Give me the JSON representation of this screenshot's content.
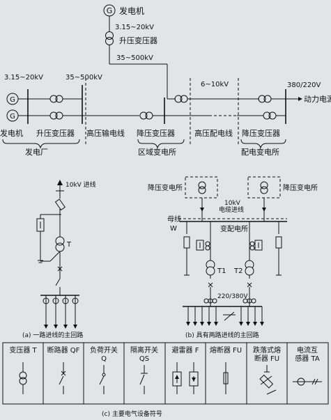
{
  "top": {
    "gen_symbol": "G",
    "gen_label": "发电机",
    "v_gen": "3.15~20kV",
    "step_up_label": "升压变压器",
    "v_hv": "35~500kV",
    "left_v_gen": "3.15~20kV",
    "left_v_hv": "35~500kV",
    "dist_v": "6~10kV",
    "load_v": "380/220V",
    "power_load": "动力电源",
    "gen_symbol_1": "G",
    "gen_symbol_2": "G",
    "bottom_labels": [
      "发电机",
      "升压变压器",
      "高压输电线",
      "降压变压器",
      "高压配电线",
      "降压变压器"
    ],
    "group_labels": [
      "发电厂",
      "区域变电所",
      "配电变电所"
    ]
  },
  "a": {
    "incoming": "10kV 进线",
    "t_label": "T",
    "caption": "(a)  一路进线的主回路"
  },
  "b": {
    "sub_left": "降压变电所",
    "sub_right": "降压变电所",
    "cable_in_1": "10kV",
    "cable_in_2": "电缆进线",
    "bus_1": "母线",
    "bus_2": "W",
    "station": "变配电所",
    "t1": "T1",
    "t2": "T2",
    "lv": "220/380V",
    "caption": "(b)  具有两路进线的主回路"
  },
  "c": {
    "caption": "(c)  主要电气设备符号",
    "cells": [
      {
        "name_1": "变压器 T",
        "name_2": ""
      },
      {
        "name_1": "断路器 QF",
        "name_2": ""
      },
      {
        "name_1": "负荷开关",
        "name_2": "Q"
      },
      {
        "name_1": "隔离开关",
        "name_2": "QS"
      },
      {
        "name_1": "避雷器 F",
        "name_2": ""
      },
      {
        "name_1": "熔断器 FU",
        "name_2": ""
      },
      {
        "name_1": "跌落式熔",
        "name_2": "断器 FU"
      },
      {
        "name_1": "电流互",
        "name_2": "感器 TA"
      }
    ]
  }
}
